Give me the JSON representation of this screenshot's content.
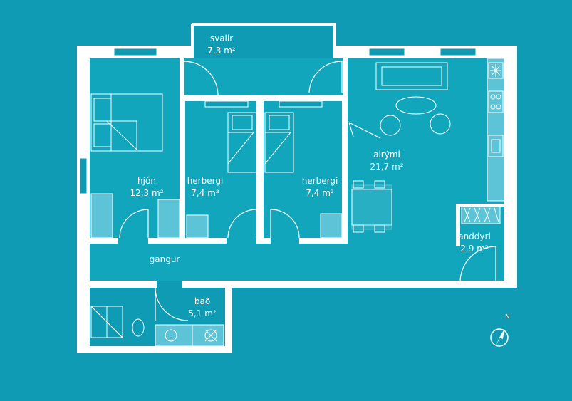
{
  "colors": {
    "background": "#0e9bb3",
    "walls": "#ffffff",
    "fixtures": "#5cc4d6",
    "lines": "#ffffff"
  },
  "rooms": {
    "svalir": {
      "name": "svalir",
      "area": "7,3 m²"
    },
    "hjon": {
      "name": "hjón",
      "area": "12,3 m²"
    },
    "herbergi_1": {
      "name": "herbergi",
      "area": "7,4 m²"
    },
    "herbergi_2": {
      "name": "herbergi",
      "area": "7,4 m²"
    },
    "alrymi": {
      "name": "alrými",
      "area": "21,7 m²"
    },
    "anddyri": {
      "name": "anddyri",
      "area": "2,9 m²"
    },
    "gangur": {
      "name": "gangur"
    },
    "bad": {
      "name": "bað",
      "area": "5,1 m²"
    }
  },
  "compass": {
    "label": "N",
    "icon": "north-compass-icon"
  }
}
